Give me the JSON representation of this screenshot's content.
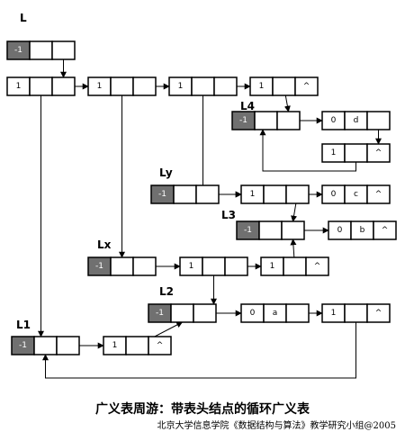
{
  "title": "广义表周游：带表头结点的循环广义表",
  "credit": "北京大学信息学院《数据结构与算法》教学研究小组@2005",
  "lists": [
    {
      "id": "L",
      "label": "L"
    },
    {
      "id": "L1",
      "label": "L1"
    },
    {
      "id": "L2",
      "label": "L2"
    },
    {
      "id": "L3",
      "label": "L3"
    },
    {
      "id": "L4",
      "label": "L4"
    },
    {
      "id": "Lx",
      "label": "Lx"
    },
    {
      "id": "Ly",
      "label": "Ly"
    }
  ],
  "nodes": [
    {
      "id": "L_head",
      "cells": [
        "-1",
        "",
        ""
      ],
      "kind": "head"
    },
    {
      "id": "L_a",
      "cells": [
        "1",
        "",
        ""
      ]
    },
    {
      "id": "L_b",
      "cells": [
        "1",
        "",
        ""
      ]
    },
    {
      "id": "L_c",
      "cells": [
        "1",
        "",
        ""
      ]
    },
    {
      "id": "L_d",
      "cells": [
        "1",
        "",
        "^"
      ]
    },
    {
      "id": "L4_head",
      "cells": [
        "-1",
        "",
        ""
      ],
      "kind": "head"
    },
    {
      "id": "L4_a",
      "cells": [
        "0",
        "d",
        ""
      ]
    },
    {
      "id": "L4_b",
      "cells": [
        "1",
        "",
        "^"
      ]
    },
    {
      "id": "Ly_head",
      "cells": [
        "-1",
        "",
        ""
      ],
      "kind": "head"
    },
    {
      "id": "Ly_a",
      "cells": [
        "1",
        "",
        ""
      ]
    },
    {
      "id": "Ly_b",
      "cells": [
        "0",
        "c",
        "^"
      ]
    },
    {
      "id": "L3_head",
      "cells": [
        "-1",
        "",
        ""
      ],
      "kind": "head"
    },
    {
      "id": "L3_a",
      "cells": [
        "0",
        "b",
        "^"
      ]
    },
    {
      "id": "Lx_head",
      "cells": [
        "-1",
        "",
        ""
      ],
      "kind": "head"
    },
    {
      "id": "Lx_a",
      "cells": [
        "1",
        "",
        ""
      ]
    },
    {
      "id": "Lx_b",
      "cells": [
        "1",
        "",
        "^"
      ]
    },
    {
      "id": "L2_head",
      "cells": [
        "-1",
        "",
        ""
      ],
      "kind": "head"
    },
    {
      "id": "L2_a",
      "cells": [
        "0",
        "a",
        ""
      ]
    },
    {
      "id": "L2_b",
      "cells": [
        "1",
        "",
        "^"
      ]
    },
    {
      "id": "L1_head",
      "cells": [
        "-1",
        "",
        ""
      ],
      "kind": "head"
    },
    {
      "id": "L1_a",
      "cells": [
        "1",
        "",
        "^"
      ]
    }
  ]
}
